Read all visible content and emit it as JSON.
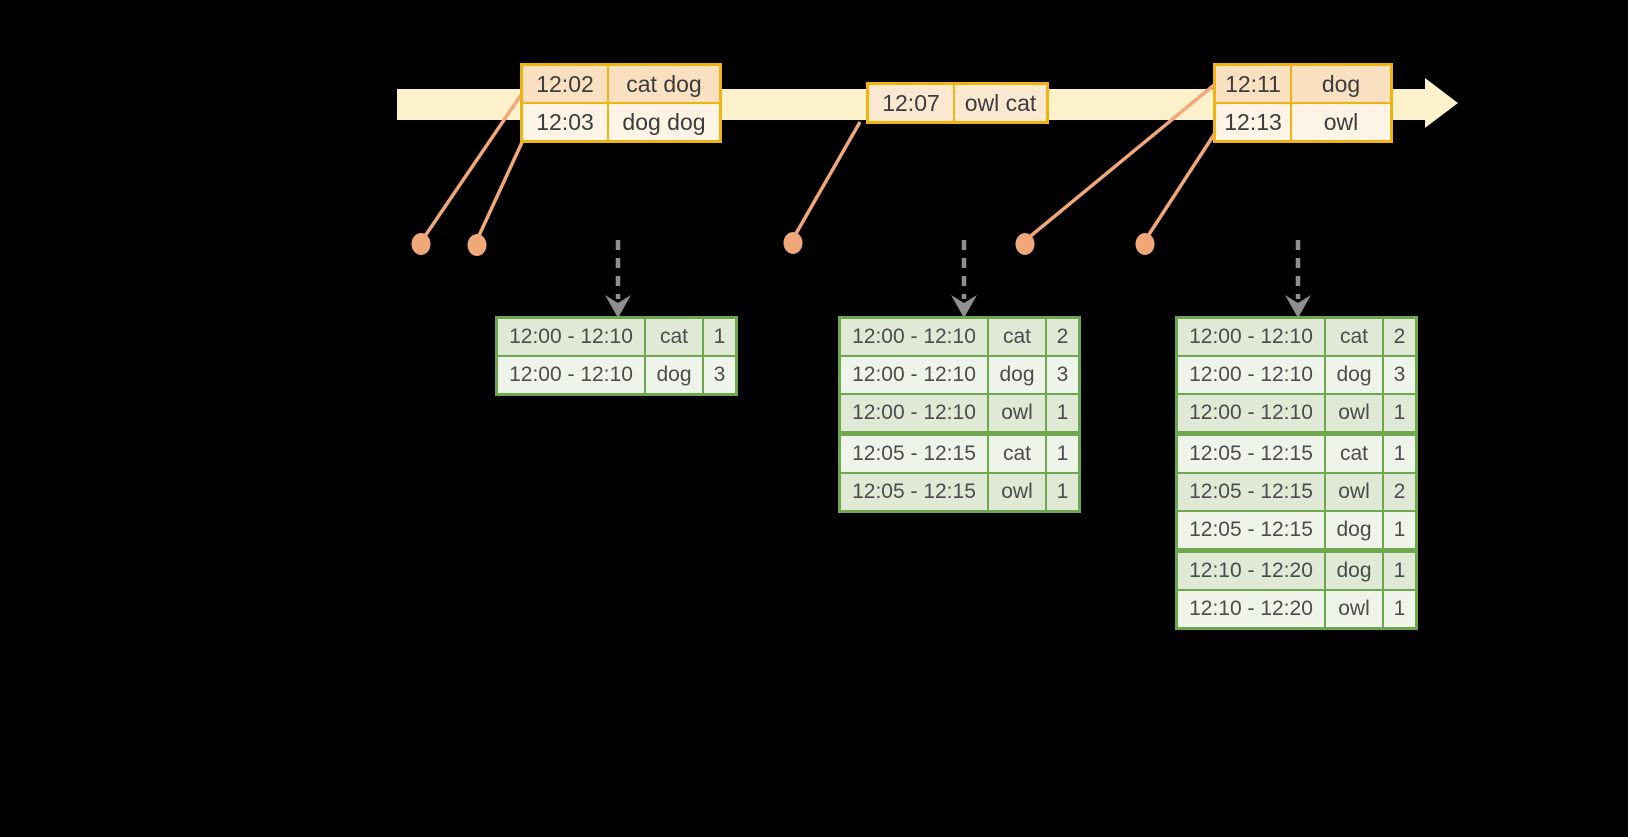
{
  "colors": {
    "background": "#000000",
    "timeline_fill": "#FCF1CA",
    "event_table_border": "#F0B411",
    "event_row_peach": "#F9E0C1",
    "event_row_cream": "#FDF4E5",
    "event_row_mid": "#FBE8D1",
    "connector_salmon": "#F0A87B",
    "trigger_arrow_gray": "#8F8F8F",
    "result_table_border": "#6FA74E",
    "result_row_dark": "#DFE9D5",
    "result_row_light": "#EFF4EB"
  },
  "event_tables": [
    {
      "name": "events-12-02",
      "rows": [
        {
          "time": "12:02",
          "words": "cat dog"
        },
        {
          "time": "12:03",
          "words": "dog dog"
        }
      ]
    },
    {
      "name": "events-12-07",
      "rows": [
        {
          "time": "12:07",
          "words": "owl cat",
          "tone": "mid"
        }
      ]
    },
    {
      "name": "events-12-11",
      "rows": [
        {
          "time": "12:11",
          "words": "dog"
        },
        {
          "time": "12:13",
          "words": "owl"
        }
      ]
    }
  ],
  "result_tables": [
    {
      "name": "result-table-1",
      "groups": [
        [
          {
            "window": "12:00 - 12:10",
            "word": "cat",
            "count": "1"
          },
          {
            "window": "12:00 - 12:10",
            "word": "dog",
            "count": "3"
          }
        ]
      ]
    },
    {
      "name": "result-table-2",
      "groups": [
        [
          {
            "window": "12:00 - 12:10",
            "word": "cat",
            "count": "2"
          },
          {
            "window": "12:00 - 12:10",
            "word": "dog",
            "count": "3"
          },
          {
            "window": "12:00 - 12:10",
            "word": "owl",
            "count": "1"
          }
        ],
        [
          {
            "window": "12:05 - 12:15",
            "word": "cat",
            "count": "1"
          },
          {
            "window": "12:05 - 12:15",
            "word": "owl",
            "count": "1"
          }
        ]
      ]
    },
    {
      "name": "result-table-3",
      "groups": [
        [
          {
            "window": "12:00 - 12:10",
            "word": "cat",
            "count": "2"
          },
          {
            "window": "12:00 - 12:10",
            "word": "dog",
            "count": "3"
          },
          {
            "window": "12:00 - 12:10",
            "word": "owl",
            "count": "1"
          }
        ],
        [
          {
            "window": "12:05 - 12:15",
            "word": "cat",
            "count": "1"
          },
          {
            "window": "12:05 - 12:15",
            "word": "owl",
            "count": "2"
          },
          {
            "window": "12:05 - 12:15",
            "word": "dog",
            "count": "1"
          }
        ],
        [
          {
            "window": "12:10 - 12:20",
            "word": "dog",
            "count": "1"
          },
          {
            "window": "12:10 - 12:20",
            "word": "owl",
            "count": "1"
          }
        ]
      ]
    }
  ]
}
